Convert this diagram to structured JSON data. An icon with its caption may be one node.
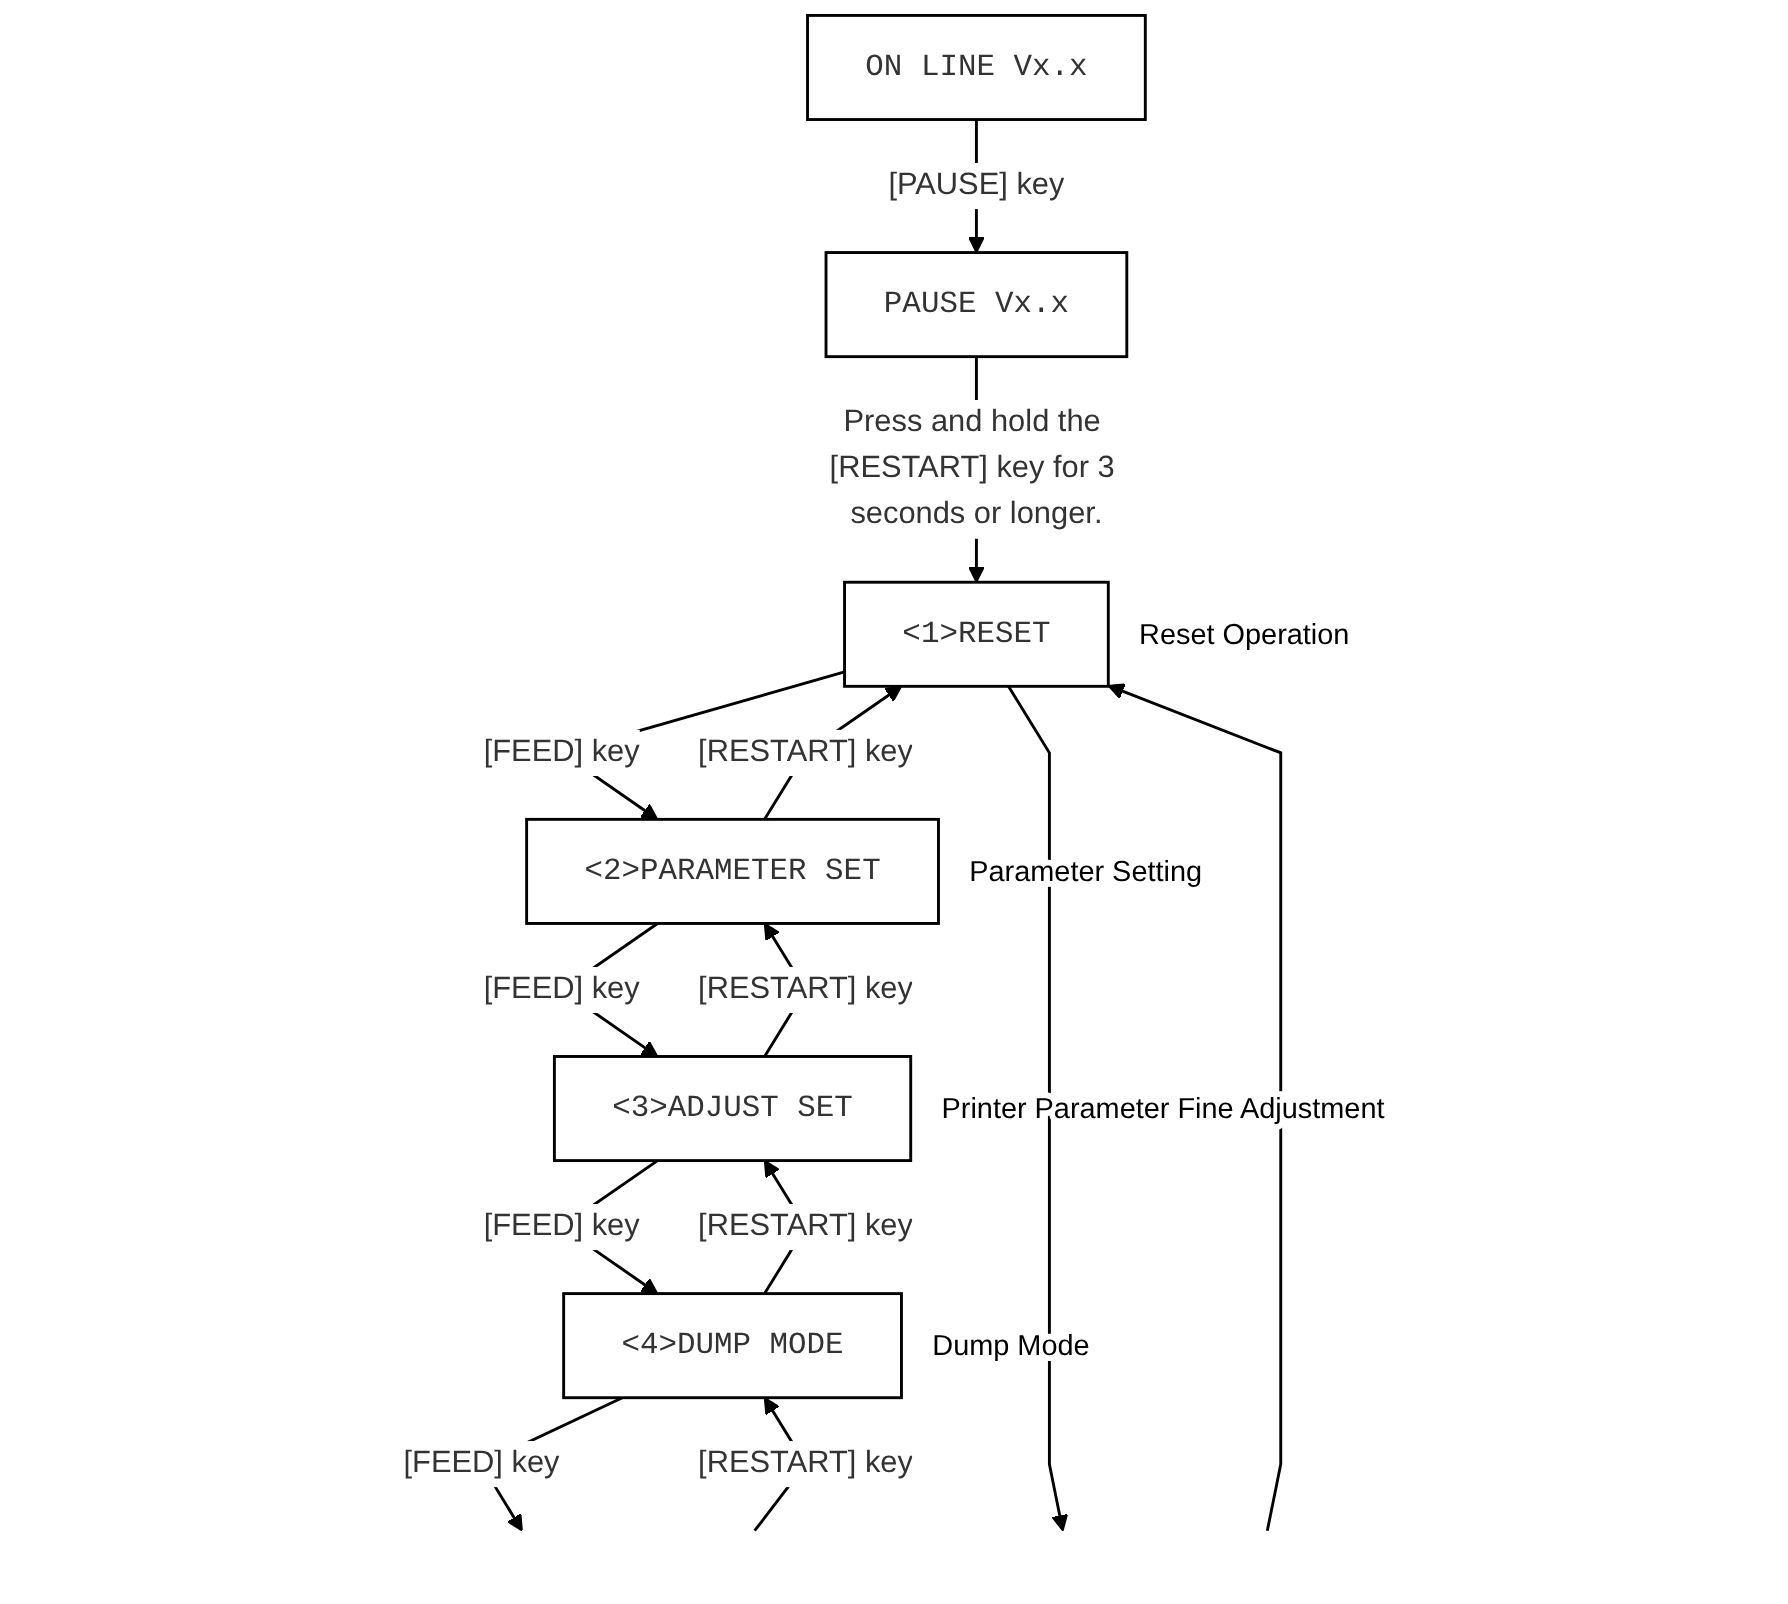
{
  "diagram": {
    "nodes": [
      {
        "text": [
          "ON LINE Vx.x"
        ]
      },
      {
        "text": [
          "PAUSE Vx.x"
        ]
      },
      {
        "text": [
          "<1>RESET"
        ],
        "beside": [
          "Reset Operation"
        ]
      },
      {
        "text": [
          "<2>PARAMETER SET"
        ],
        "beside": [
          "Parameter Setting"
        ]
      },
      {
        "text": [
          "<3>ADJUST SET"
        ],
        "beside": [
          "Printer Parameter Fine Adjustment"
        ]
      },
      {
        "text": [
          "<4>DUMP MODE"
        ],
        "beside": [
          "Dump Mode"
        ]
      }
    ],
    "edges": [
      {
        "from": 0,
        "to": 1,
        "arrow": "to",
        "label": "[PAUSE] key"
      },
      {
        "from": 1,
        "to": 2,
        "arrow": "to",
        "label": "Press and hold the [RESTART] key for 3 seconds or longer."
      },
      {
        "from": 3,
        "to": 2,
        "arrow": "to",
        "label": "[RESTART] key"
      },
      {
        "from": 2,
        "to": 3,
        "arrow": "to",
        "label": "[FEED] key"
      },
      {
        "from": 4,
        "to": 3,
        "arrow": "to",
        "label": "[RESTART] key"
      },
      {
        "from": 3,
        "to": 4,
        "arrow": "to",
        "label": "[FEED] key"
      },
      {
        "from": 5,
        "to": 4,
        "arrow": "to",
        "label": "[RESTART] key"
      },
      {
        "from": 4,
        "to": 5,
        "arrow": "to",
        "label": "[FEED] key"
      },
      {
        "from": null,
        "to": 5,
        "arrow": "to",
        "label": "[RESTART] key"
      },
      {
        "from": 5,
        "to": null,
        "arrow": "to",
        "label": "[FEED] key"
      },
      {
        "from": 2,
        "to": null,
        "arrow": "to"
      },
      {
        "from": null,
        "to": 2,
        "arrow": "to"
      }
    ]
  }
}
